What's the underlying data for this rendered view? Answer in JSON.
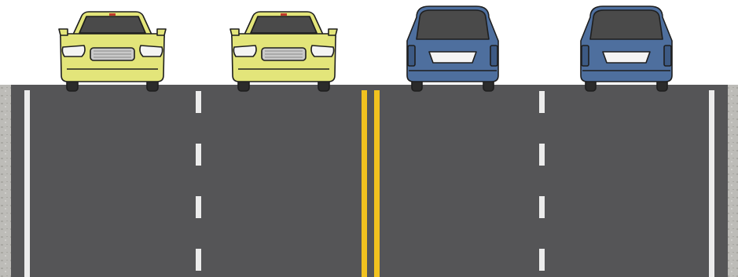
{
  "colors": {
    "background": "#ffffff",
    "asphalt": "#555557",
    "curb": "#bdbcb8",
    "edge_line": "#ececec",
    "lane_dash": "#ececec",
    "center_line": "#f2c21f",
    "yellow_car_body": "#e3e57a",
    "blue_car_body": "#4e6f9e",
    "glass": "#4a4a4a",
    "outline": "#1e1e1e"
  },
  "road": {
    "lanes": 4,
    "center_divider": "double-solid-yellow",
    "lane_divider": "dashed-white",
    "edge_lines": "solid-white"
  },
  "vehicles": [
    {
      "label": "",
      "color": "yellow",
      "view": "front",
      "lane": 1,
      "icon": "car-front-icon"
    },
    {
      "label": "",
      "color": "yellow",
      "view": "front",
      "lane": 2,
      "icon": "car-front-icon"
    },
    {
      "label": "",
      "color": "blue",
      "view": "rear",
      "lane": 3,
      "icon": "van-rear-icon"
    },
    {
      "label": "",
      "color": "blue",
      "view": "rear",
      "lane": 4,
      "icon": "van-rear-icon"
    }
  ]
}
